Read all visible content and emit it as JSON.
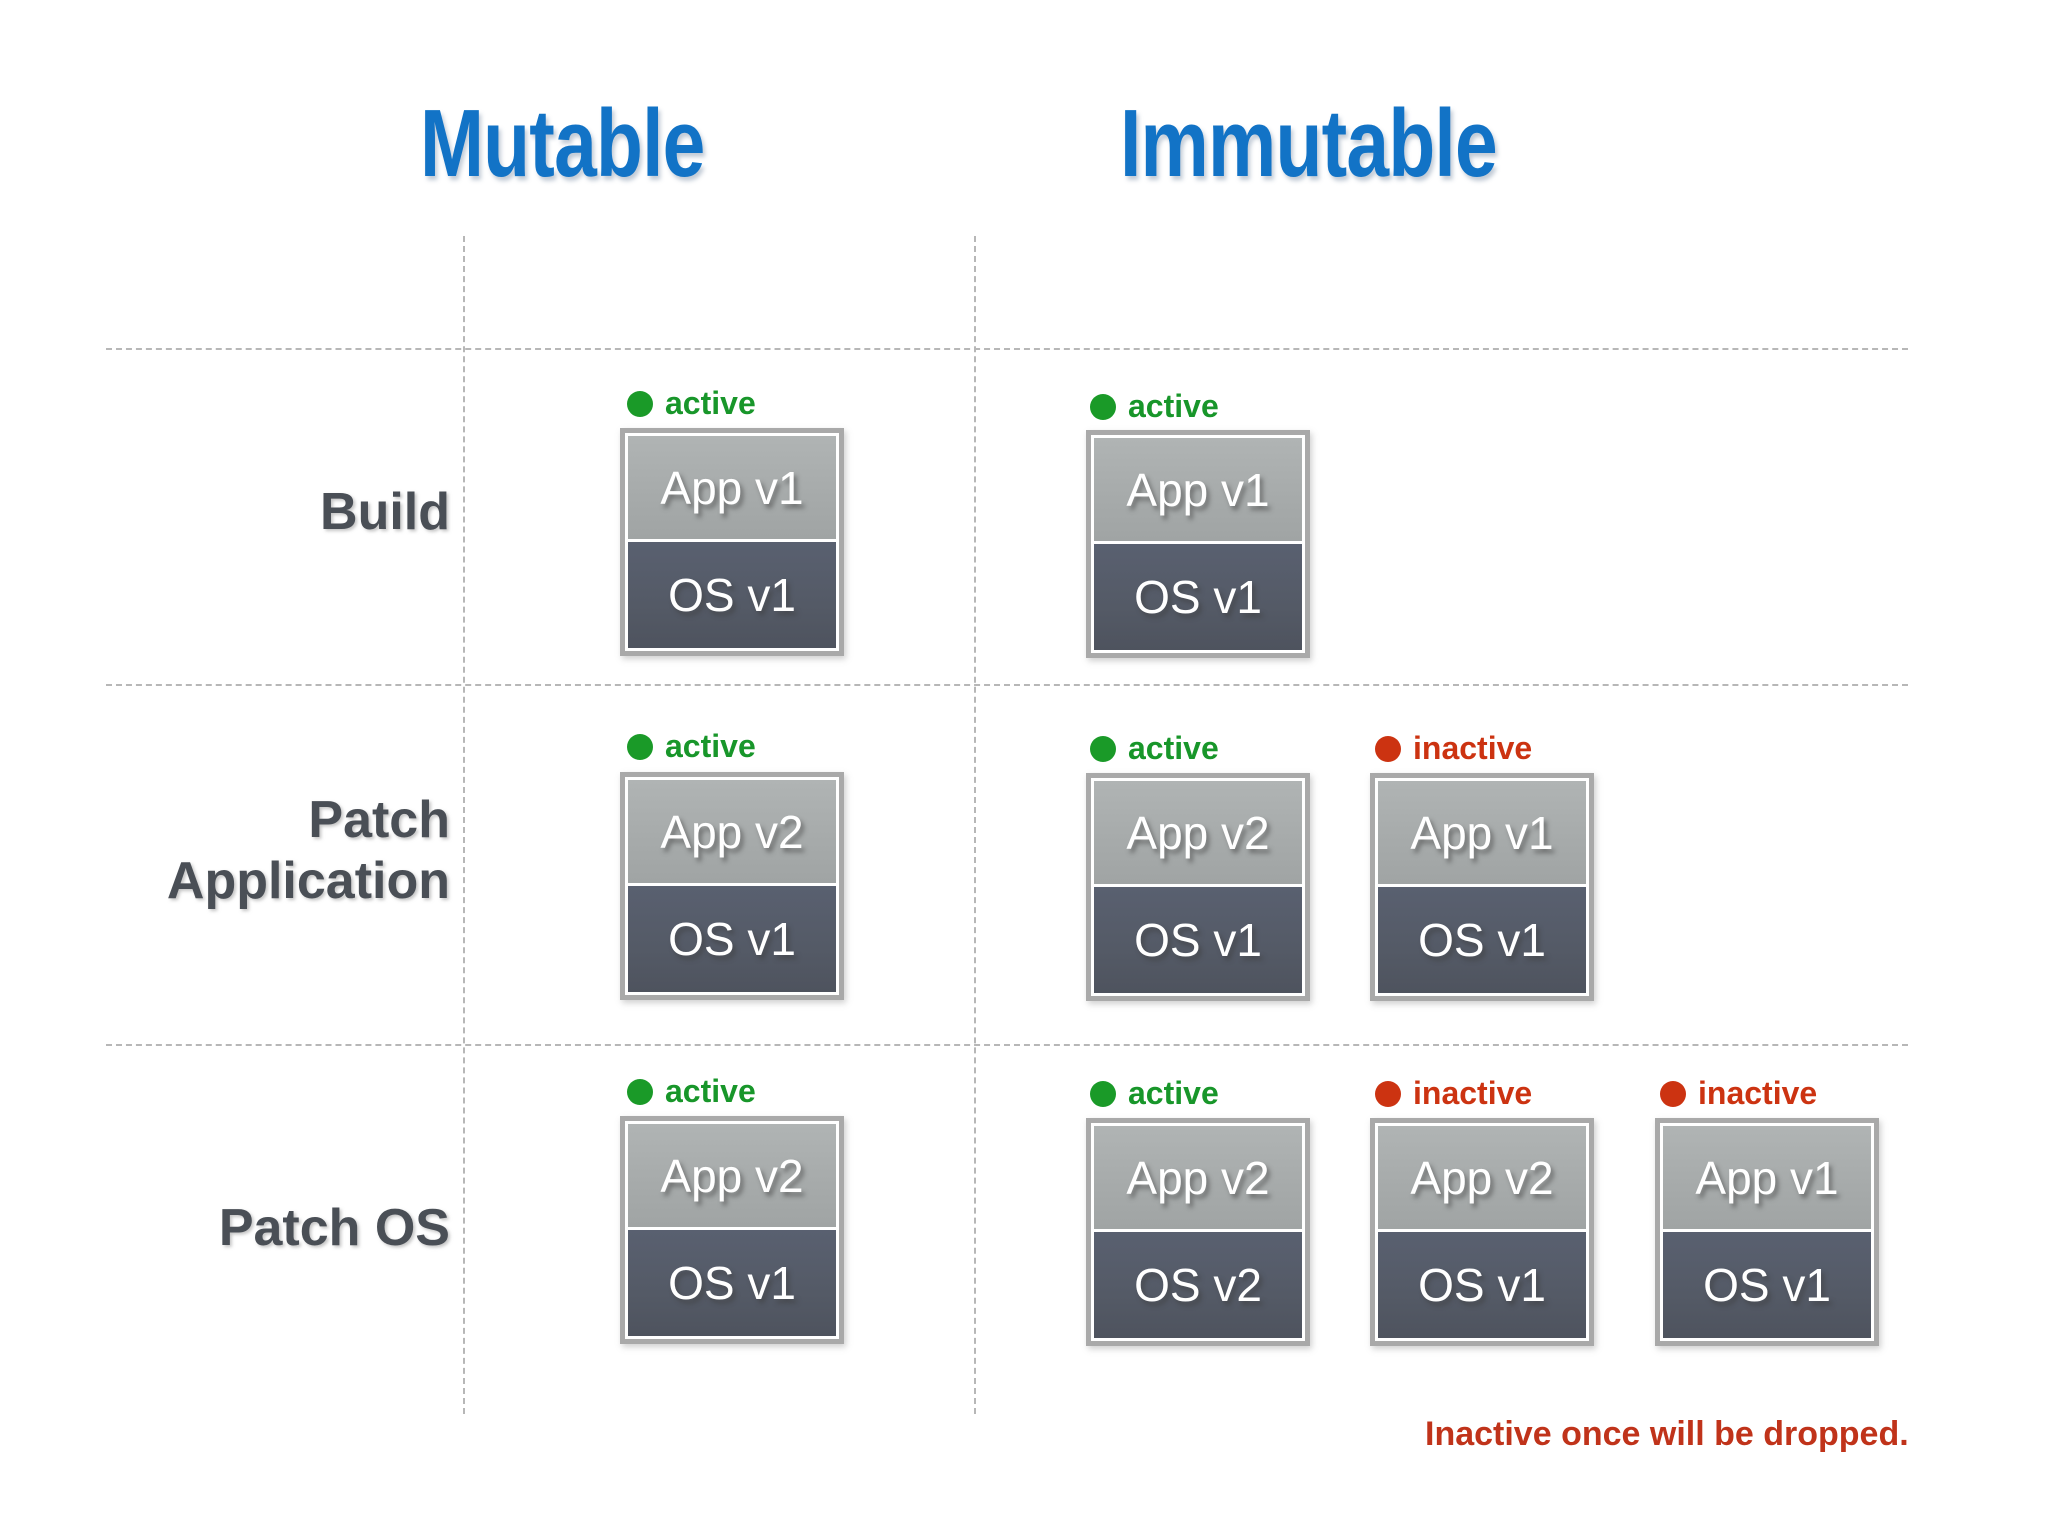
{
  "columns": [
    {
      "id": "mutable",
      "label": "Mutable"
    },
    {
      "id": "immutable",
      "label": "Immutable"
    }
  ],
  "rows": [
    {
      "id": "build",
      "label": "Build"
    },
    {
      "id": "patch-application",
      "label_line1": "Patch",
      "label_line2": "Application"
    },
    {
      "id": "patch-os",
      "label": "Patch OS"
    }
  ],
  "status_labels": {
    "active": "active",
    "inactive": "inactive"
  },
  "colors": {
    "header_blue": "#1273c6",
    "active_green": "#1a9a28",
    "inactive_red": "#cc3311",
    "app_layer_gray": "#a6aaaa",
    "os_layer_slate": "#545a66",
    "row_label_gray": "#4a4f56",
    "grid_dash": "#b7b7b7",
    "footnote_red": "#c0331a"
  },
  "footnote": "Inactive once will be dropped.",
  "chart_data": {
    "type": "table",
    "title": "Mutable vs Immutable infrastructure patching",
    "columns": [
      "Mutable",
      "Immutable"
    ],
    "rows": [
      "Build",
      "Patch Application",
      "Patch OS"
    ],
    "cells": [
      {
        "row": "Build",
        "column": "Mutable",
        "stacks": [
          {
            "status": "active",
            "app": "App v1",
            "os": "OS v1"
          }
        ]
      },
      {
        "row": "Build",
        "column": "Immutable",
        "stacks": [
          {
            "status": "active",
            "app": "App v1",
            "os": "OS v1"
          }
        ]
      },
      {
        "row": "Patch Application",
        "column": "Mutable",
        "stacks": [
          {
            "status": "active",
            "app": "App v2",
            "os": "OS v1"
          }
        ]
      },
      {
        "row": "Patch Application",
        "column": "Immutable",
        "stacks": [
          {
            "status": "active",
            "app": "App v2",
            "os": "OS v1"
          },
          {
            "status": "inactive",
            "app": "App v1",
            "os": "OS v1"
          }
        ]
      },
      {
        "row": "Patch OS",
        "column": "Mutable",
        "stacks": [
          {
            "status": "active",
            "app": "App v2",
            "os": "OS v1"
          }
        ]
      },
      {
        "row": "Patch OS",
        "column": "Immutable",
        "stacks": [
          {
            "status": "active",
            "app": "App v2",
            "os": "OS v2"
          },
          {
            "status": "inactive",
            "app": "App v2",
            "os": "OS v1"
          },
          {
            "status": "inactive",
            "app": "App v1",
            "os": "OS v1"
          }
        ]
      }
    ]
  },
  "stacks": {
    "r1c1": {
      "status": "active",
      "status_label": "active",
      "app": "App v1",
      "os": "OS v1"
    },
    "r1c2": {
      "status": "active",
      "status_label": "active",
      "app": "App v1",
      "os": "OS v1"
    },
    "r2c1": {
      "status": "active",
      "status_label": "active",
      "app": "App v2",
      "os": "OS v1"
    },
    "r2c2": {
      "status": "active",
      "status_label": "active",
      "app": "App v2",
      "os": "OS v1"
    },
    "r2c3": {
      "status": "inactive",
      "status_label": "inactive",
      "app": "App v1",
      "os": "OS v1"
    },
    "r3c1": {
      "status": "active",
      "status_label": "active",
      "app": "App v2",
      "os": "OS v1"
    },
    "r3c2": {
      "status": "active",
      "status_label": "active",
      "app": "App v2",
      "os": "OS v2"
    },
    "r3c3": {
      "status": "inactive",
      "status_label": "inactive",
      "app": "App v2",
      "os": "OS v1"
    },
    "r3c4": {
      "status": "inactive",
      "status_label": "inactive",
      "app": "App v1",
      "os": "OS v1"
    }
  }
}
